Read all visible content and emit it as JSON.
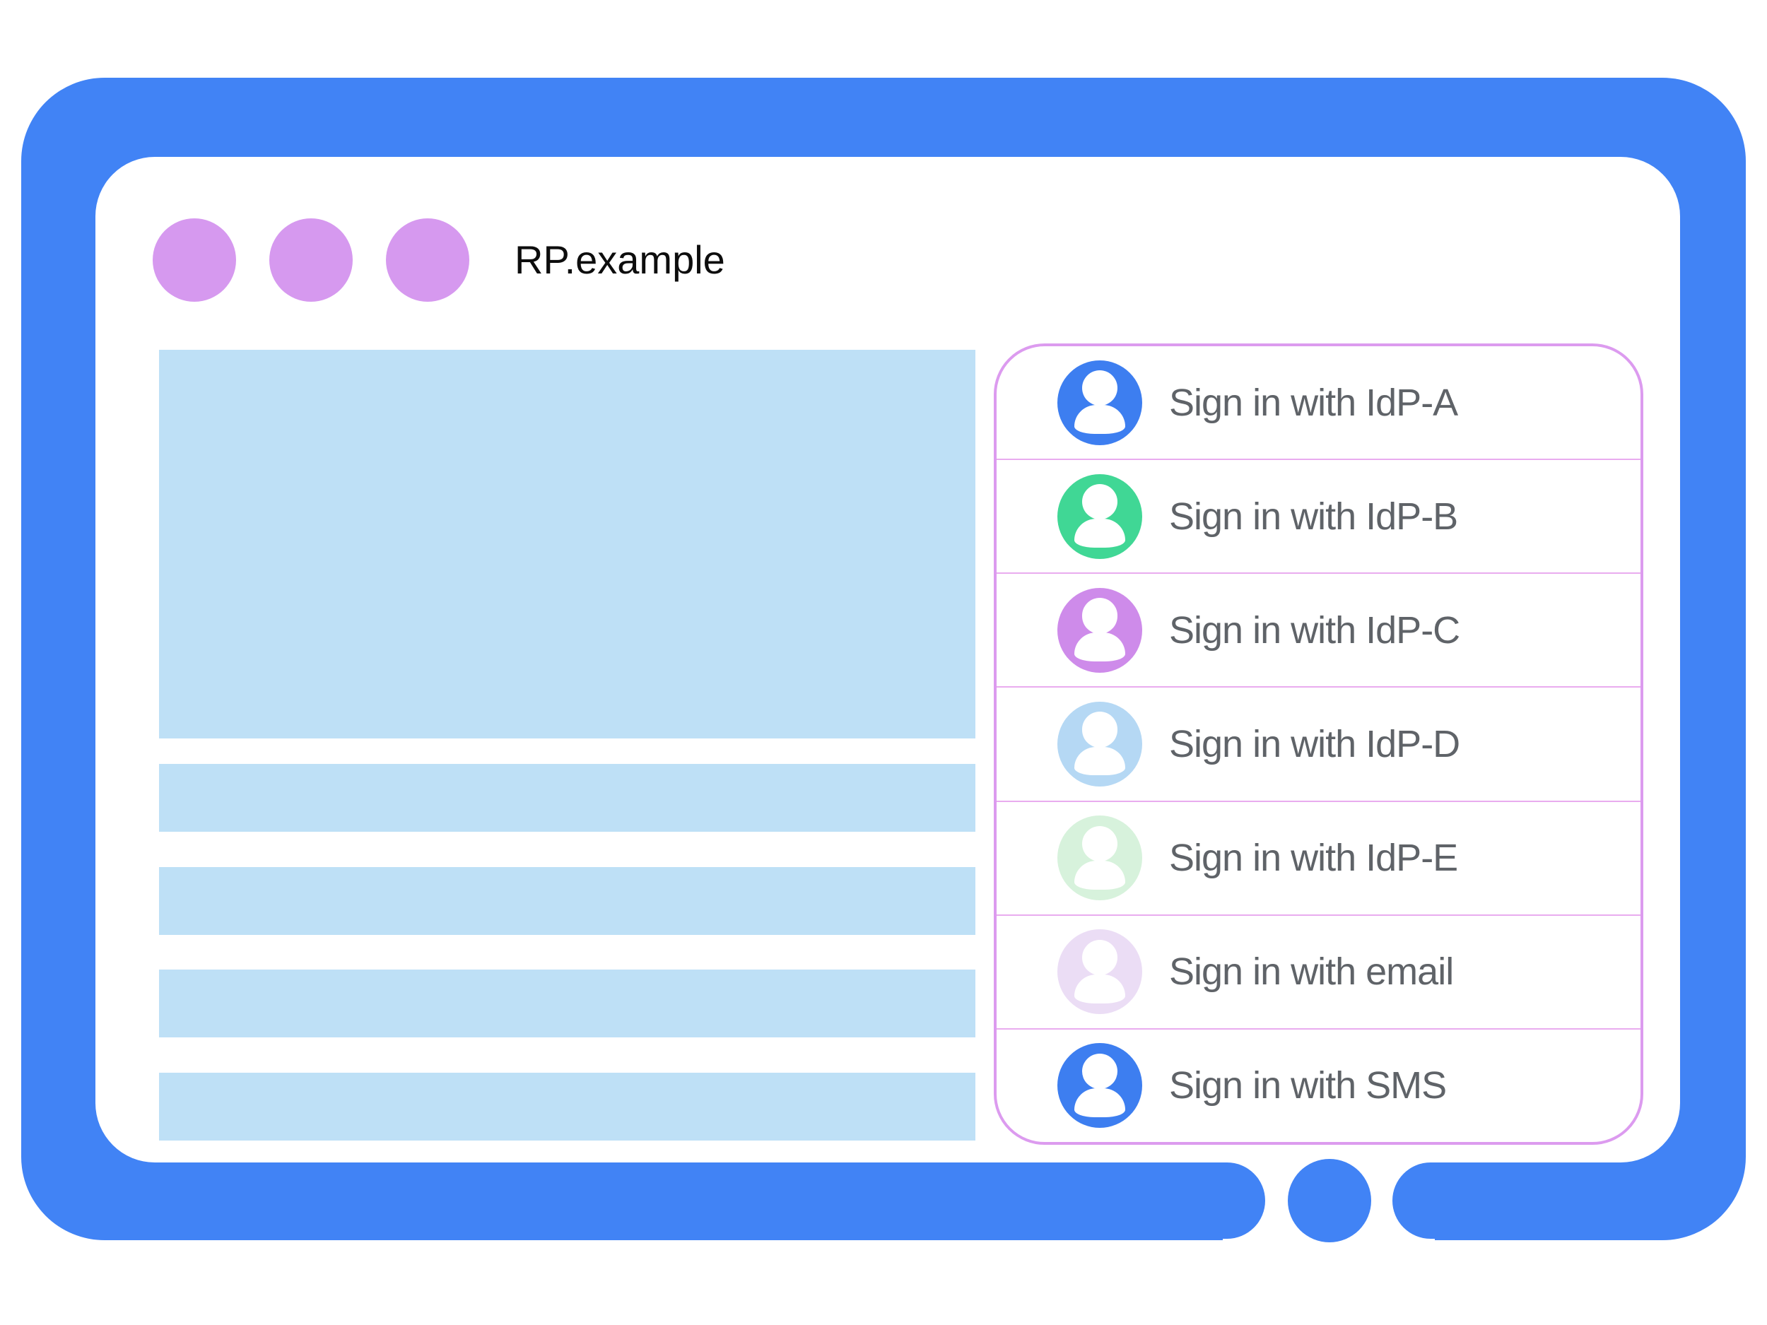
{
  "frame": {
    "color": "#4183f5",
    "home_button": {
      "name": "home-button",
      "color": "#4183f5"
    }
  },
  "titlebar": {
    "title": "RP.example",
    "dots": [
      {
        "color": "#d699ef"
      },
      {
        "color": "#d699ef"
      },
      {
        "color": "#d699ef"
      }
    ]
  },
  "content": {
    "hero_color": "#bee0f6",
    "bars": [
      {
        "color": "#bee0f6"
      },
      {
        "color": "#bee0f6"
      },
      {
        "color": "#bee0f6"
      },
      {
        "color": "#bee0f6"
      }
    ]
  },
  "signin_panel": {
    "border_color": "#dc9bef",
    "divider_color": "#e9acef",
    "text_color": "#5f6368",
    "options": [
      {
        "id": "idp-a",
        "label": "Sign in with IdP-A",
        "avatar_color": "#3d7ef0"
      },
      {
        "id": "idp-b",
        "label": "Sign in with IdP-B",
        "avatar_color": "#40d795"
      },
      {
        "id": "idp-c",
        "label": "Sign in with IdP-C",
        "avatar_color": "#ce8bea"
      },
      {
        "id": "idp-d",
        "label": "Sign in with IdP-D",
        "avatar_color": "#b5d8f4"
      },
      {
        "id": "idp-e",
        "label": "Sign in with IdP-E",
        "avatar_color": "#d7f2dc"
      },
      {
        "id": "email",
        "label": "Sign in with email",
        "avatar_color": "#ebddf5"
      },
      {
        "id": "sms",
        "label": "Sign in with SMS",
        "avatar_color": "#3d7ef0"
      }
    ]
  }
}
